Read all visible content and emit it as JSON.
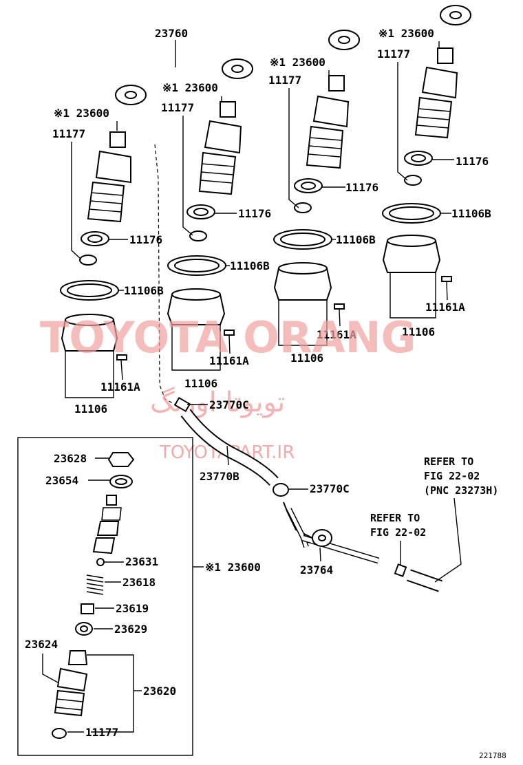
{
  "labels": {
    "p23760": "23760",
    "i1_asm": "※1 23600",
    "i1_11177": "11177",
    "i1_11176": "11176",
    "i1_11106B": "11106B",
    "i1_11161A": "11161A",
    "i1_11106": "11106",
    "i2_asm": "※1 23600",
    "i2_11177": "11177",
    "i2_11176": "11176",
    "i2_11106B": "11106B",
    "i2_11161A": "11161A",
    "i2_11106": "11106",
    "i3_asm": "※1 23600",
    "i3_11177": "11177",
    "i3_11176": "11176",
    "i3_11106B": "11106B",
    "i3_11161A": "11161A",
    "i3_11106": "11106",
    "i4_asm": "※1 23600",
    "i4_11177": "11177",
    "i4_11176": "11176",
    "i4_11106B": "11106B",
    "i4_11161A": "11161A",
    "i4_11106": "11106",
    "p23770C_a": "23770C",
    "p23770B": "23770B",
    "p23770C_b": "23770C",
    "p23764": "23764",
    "refer1_l1": "REFER TO",
    "refer1_l2": "FIG 22-02",
    "refer1_l3": "(PNC 23273H)",
    "refer2_l1": "REFER TO",
    "refer2_l2": "FIG 22-02",
    "k23628": "23628",
    "k23654": "23654",
    "k23631": "23631",
    "k23618": "23618",
    "k23619": "23619",
    "k23629": "23629",
    "k23624": "23624",
    "k23620": "23620",
    "k11177": "11177",
    "k_asm": "※1 23600"
  },
  "watermark": {
    "brand": "TOYOTA ORANG",
    "persian": "تويوتا اورنگ",
    "site": "TOYOTAPART.IR"
  },
  "footer": {
    "code": "221788"
  },
  "colors": {
    "line": "#000000",
    "watermark": "#f2a0a0",
    "background": "#ffffff"
  }
}
